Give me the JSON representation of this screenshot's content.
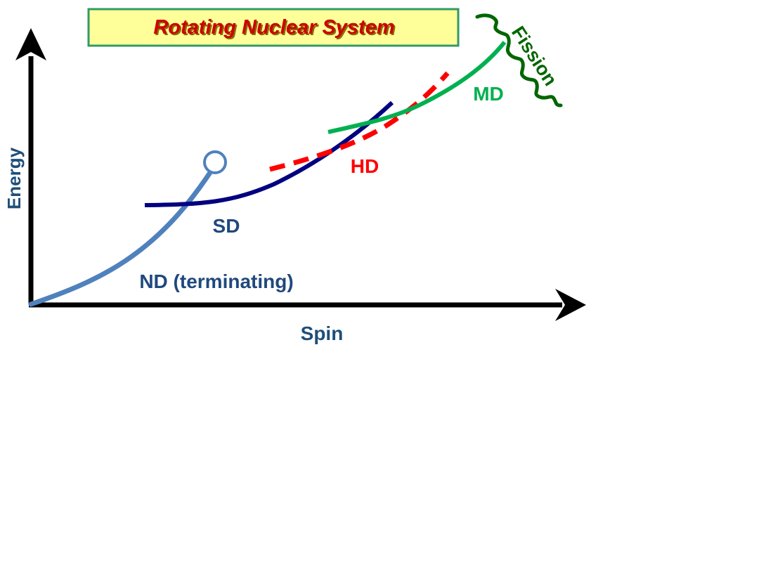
{
  "title": "Rotating Nuclear System",
  "axes": {
    "x_label": "Spin",
    "y_label": "Energy"
  },
  "curves": {
    "nd": {
      "label": "ND (terminating)"
    },
    "sd": {
      "label": "SD"
    },
    "hd": {
      "label": "HD"
    },
    "md": {
      "label": "MD"
    }
  },
  "fission_label": "Fission",
  "colors": {
    "title_fill": "#ffff99",
    "title_border": "#339966",
    "title_text": "#cc0000",
    "axes": "#000000",
    "axis_labels": "#1f4e79",
    "nd": "#4f81bd",
    "sd": "#000080",
    "hd": "#ff0000",
    "md": "#00b050",
    "fission": "#006600",
    "label_blue": "#1f497d"
  }
}
